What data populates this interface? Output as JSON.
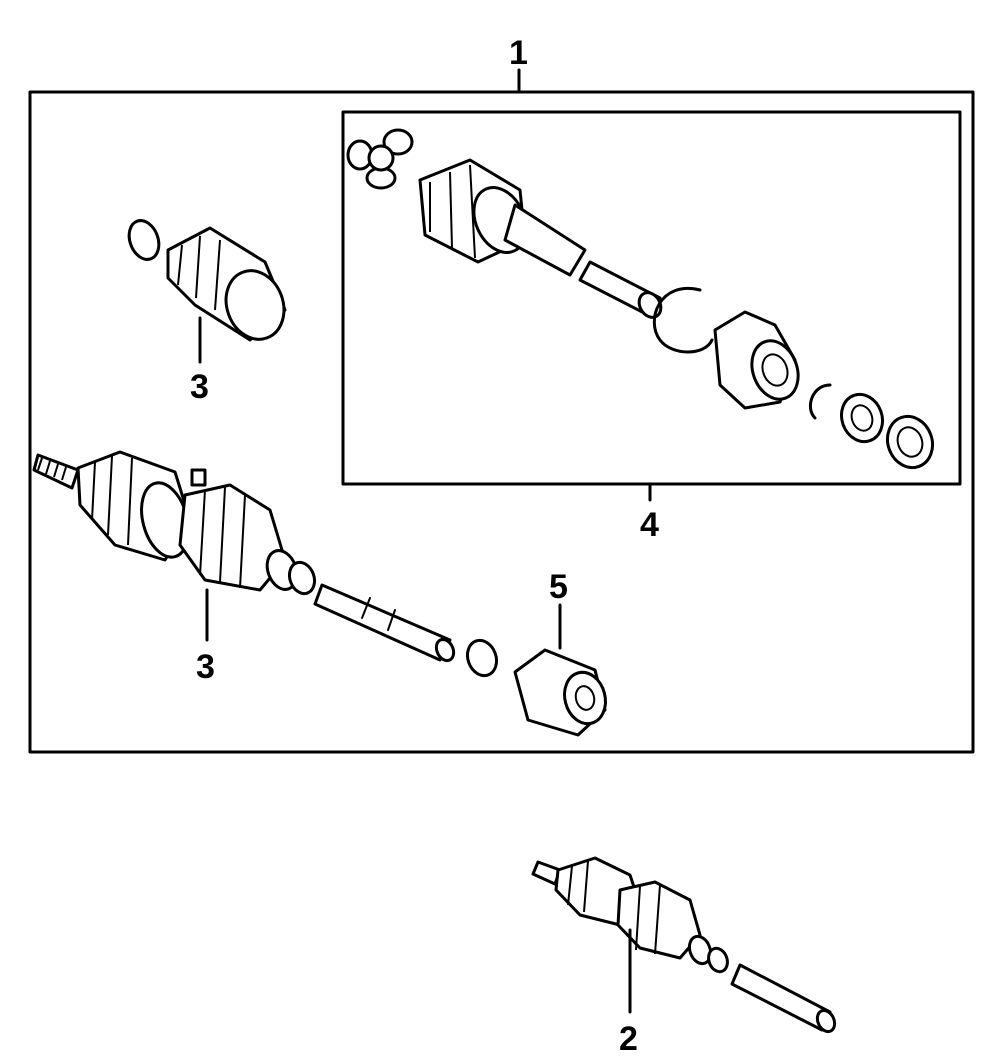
{
  "diagram": {
    "callouts": [
      {
        "id": "1",
        "label": "1"
      },
      {
        "id": "2",
        "label": "2"
      },
      {
        "id": "3a",
        "label": "3"
      },
      {
        "id": "3b",
        "label": "3"
      },
      {
        "id": "4",
        "label": "4"
      },
      {
        "id": "5",
        "label": "5"
      }
    ]
  },
  "colors": {
    "ink": "#000000",
    "paper": "#ffffff"
  }
}
